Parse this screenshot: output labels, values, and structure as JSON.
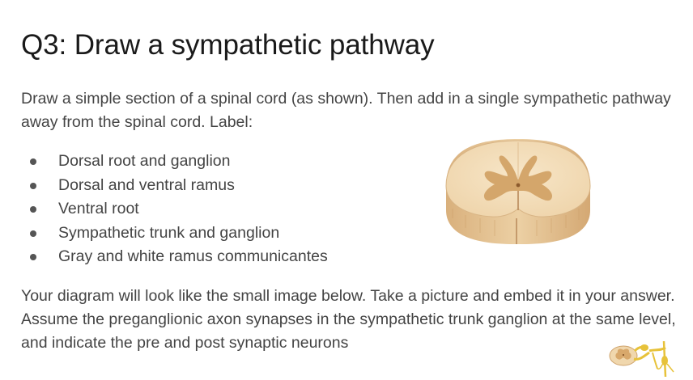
{
  "slide": {
    "title": "Q3: Draw a sympathetic pathway",
    "intro": "Draw a simple section of a  spinal cord (as shown). Then add in a single sympathetic pathway away from the spinal cord. Label:",
    "bullets": [
      {
        "text": "Dorsal root and ganglion"
      },
      {
        "text": "Dorsal and ventral ramus"
      },
      {
        "text": "Ventral root"
      },
      {
        "text": "Sympathetic trunk and ganglion"
      },
      {
        "text": "Gray and white ramus communicantes"
      }
    ],
    "outro": "Your diagram will look like the small image below. Take a picture and embed it in your answer. Assume the preganglionic axon synapses in the sympathetic trunk ganglion at the same level, and indicate the pre and post synaptic neurons"
  },
  "images": {
    "spinal_cord": {
      "icon": "spinal-cord-cross-section-illustration"
    },
    "pathway_thumbnail": {
      "icon": "sympathetic-pathway-thumbnail"
    }
  },
  "colors": {
    "white_matter": "#f2dcb6",
    "gray_matter": "#d3a568",
    "cord_side": "#e3c08f",
    "nerve_yellow": "#e7c23a"
  }
}
